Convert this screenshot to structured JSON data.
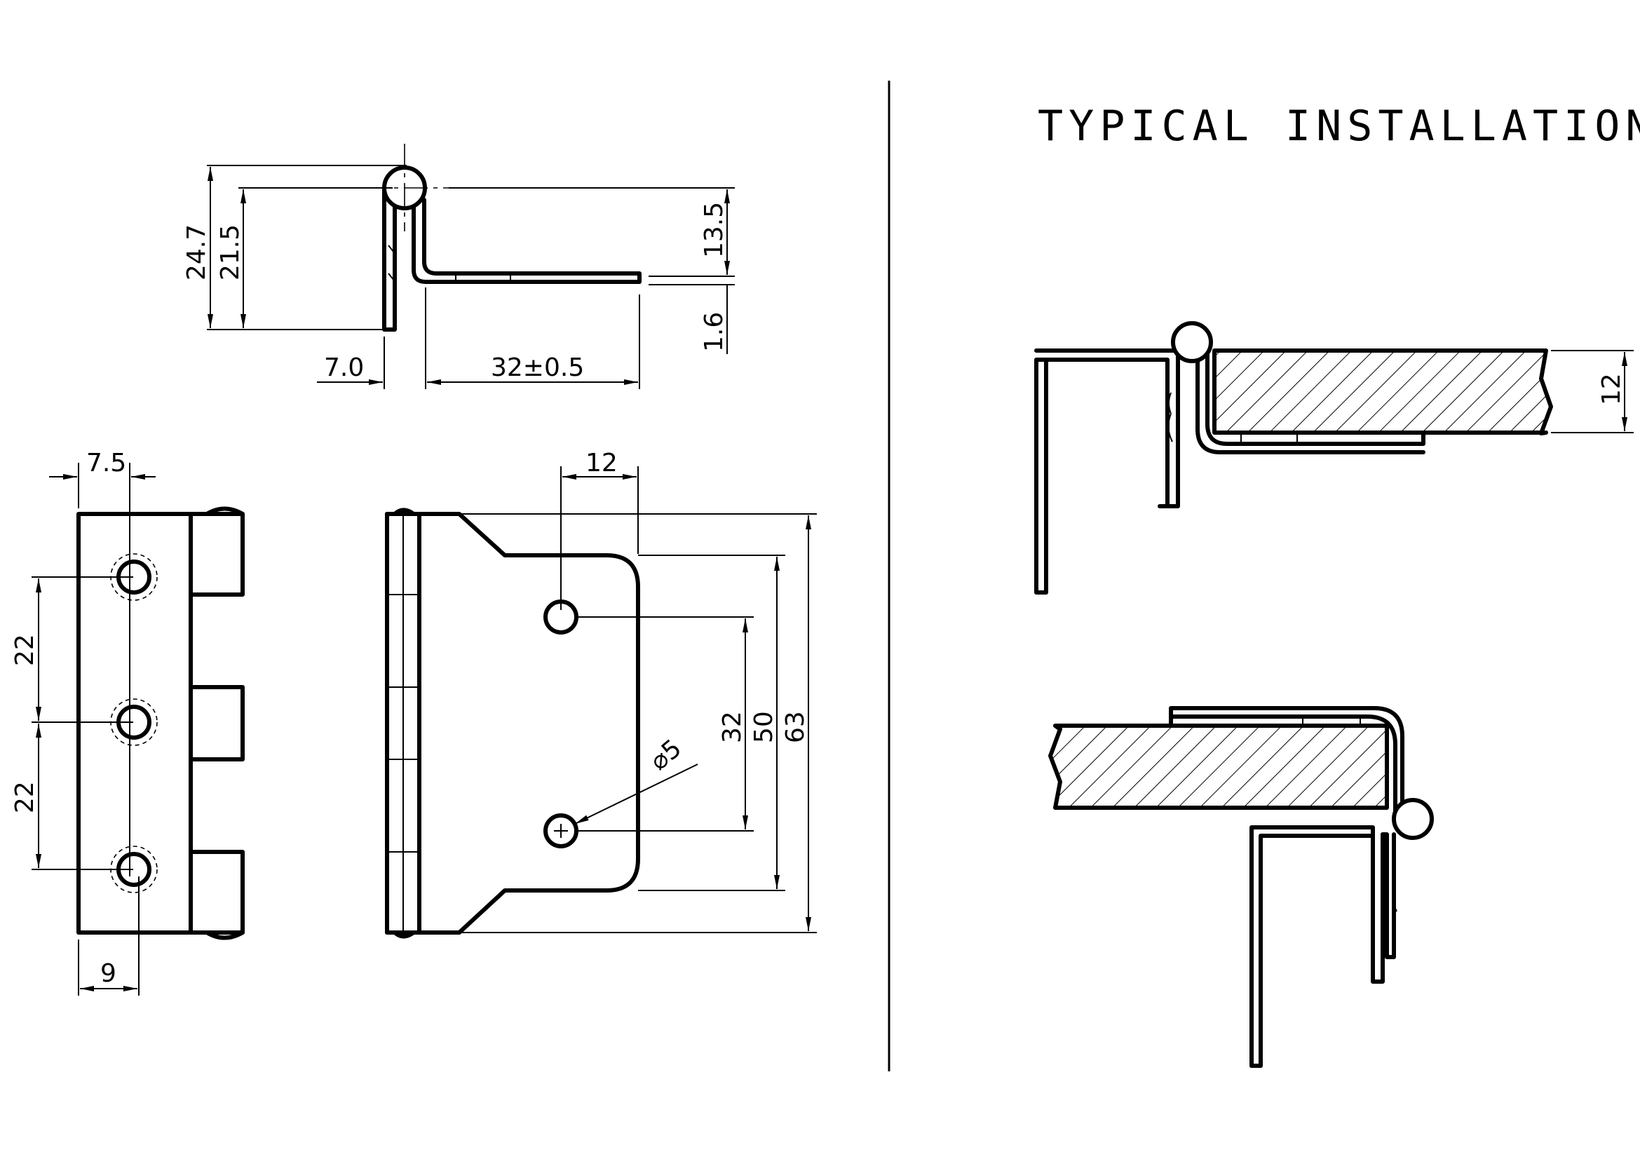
{
  "title": "TYPICAL INSTALLATION",
  "dimensions": {
    "top_view": {
      "overall_height": "24.7",
      "pin_center_height": "21.5",
      "leaf_thickness_offset": "7.0",
      "leaf_length": "32±0.5",
      "upper_gap": "13.5",
      "thickness": "1.6"
    },
    "front_view": {
      "edge_to_hole": "7.5",
      "hole_pitch_upper": "22",
      "hole_pitch_lower": "22",
      "bottom_edge_to_hole": "9"
    },
    "side_view": {
      "hole_offset": "12",
      "hole_pitch": "32",
      "leaf_inner_height": "50",
      "overall_height": "63",
      "hole_diameter": "⌀5"
    },
    "installation": {
      "panel_thickness": "12"
    }
  }
}
